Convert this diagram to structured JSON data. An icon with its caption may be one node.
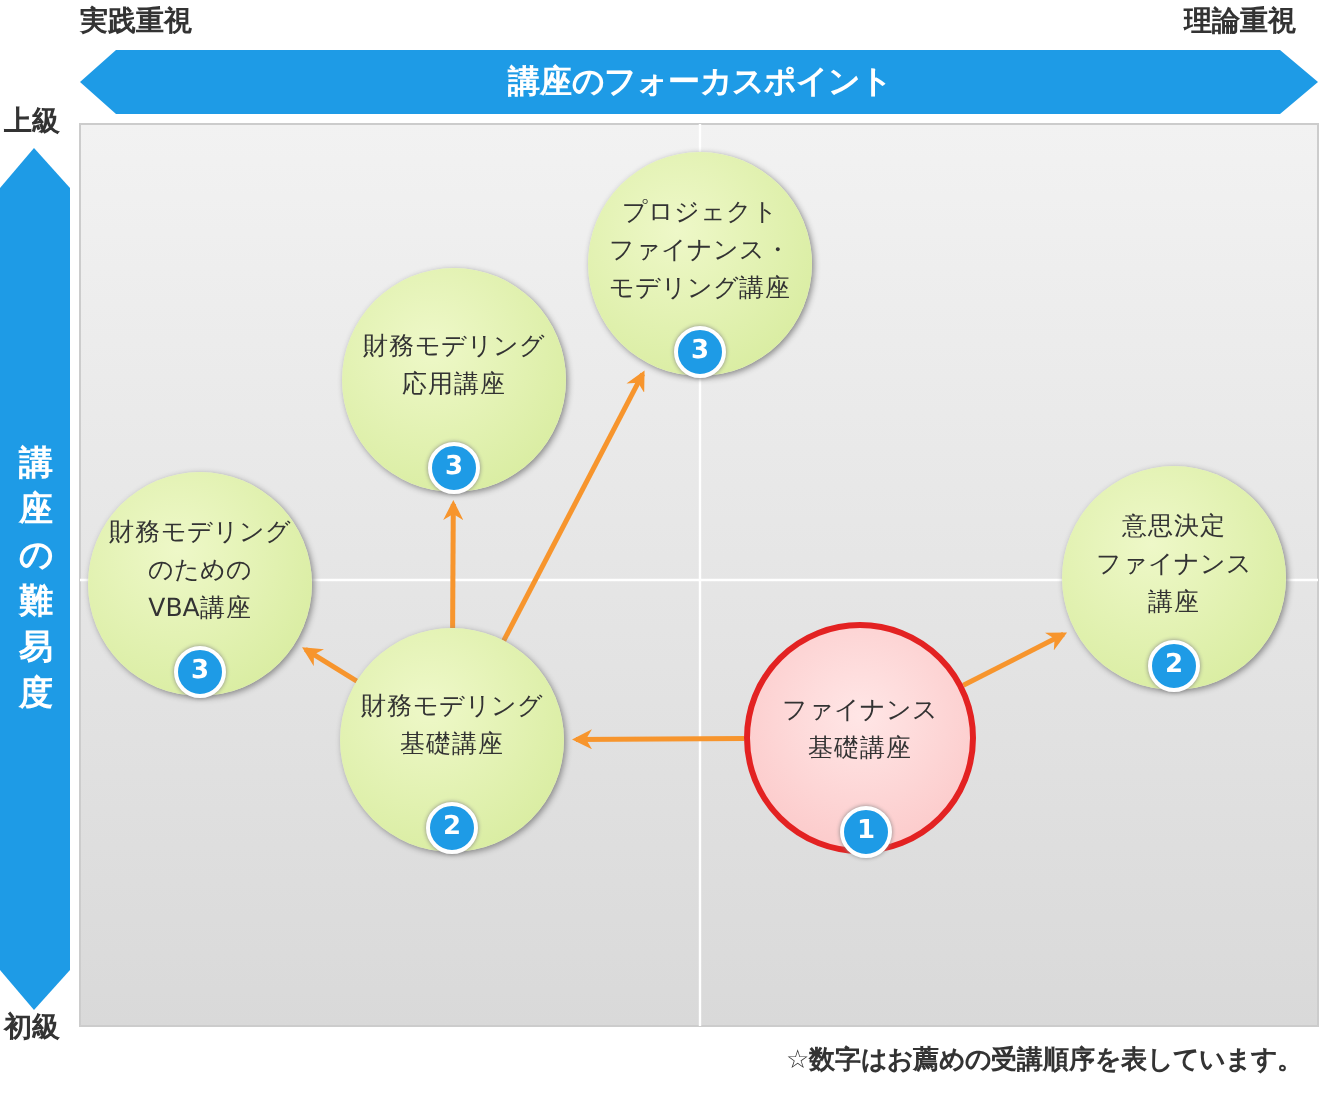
{
  "diagram": {
    "nodes": [
      {
        "text": [
          "プロジェクトファイナンス・モデリング講座",
          "3"
        ]
      },
      {
        "text": [
          "財務モデリング応用講座",
          "3"
        ]
      },
      {
        "text": [
          "財務モデリングのためのVBA講座",
          "3"
        ]
      },
      {
        "text": [
          "意思決定ファイナンス講座",
          "2"
        ]
      },
      {
        "text": [
          "財務モデリング基礎講座",
          "2"
        ]
      },
      {
        "text": [
          "ファイナンス基礎講座",
          "1"
        ]
      }
    ],
    "edges": [
      {
        "from": 5,
        "to": 4,
        "arrow": "to"
      },
      {
        "from": 5,
        "to": 3,
        "arrow": "to"
      },
      {
        "from": 4,
        "to": 2,
        "arrow": "to"
      },
      {
        "from": 4,
        "to": 1,
        "arrow": "to"
      },
      {
        "from": 4,
        "to": 0,
        "arrow": "to"
      }
    ],
    "labels": [
      "実践重視",
      "理論重視",
      "講座のフォーカスポイント",
      "上級",
      "講座の難易度",
      "初級",
      "☆数字はお薦めの受講順序を表しています。"
    ]
  }
}
